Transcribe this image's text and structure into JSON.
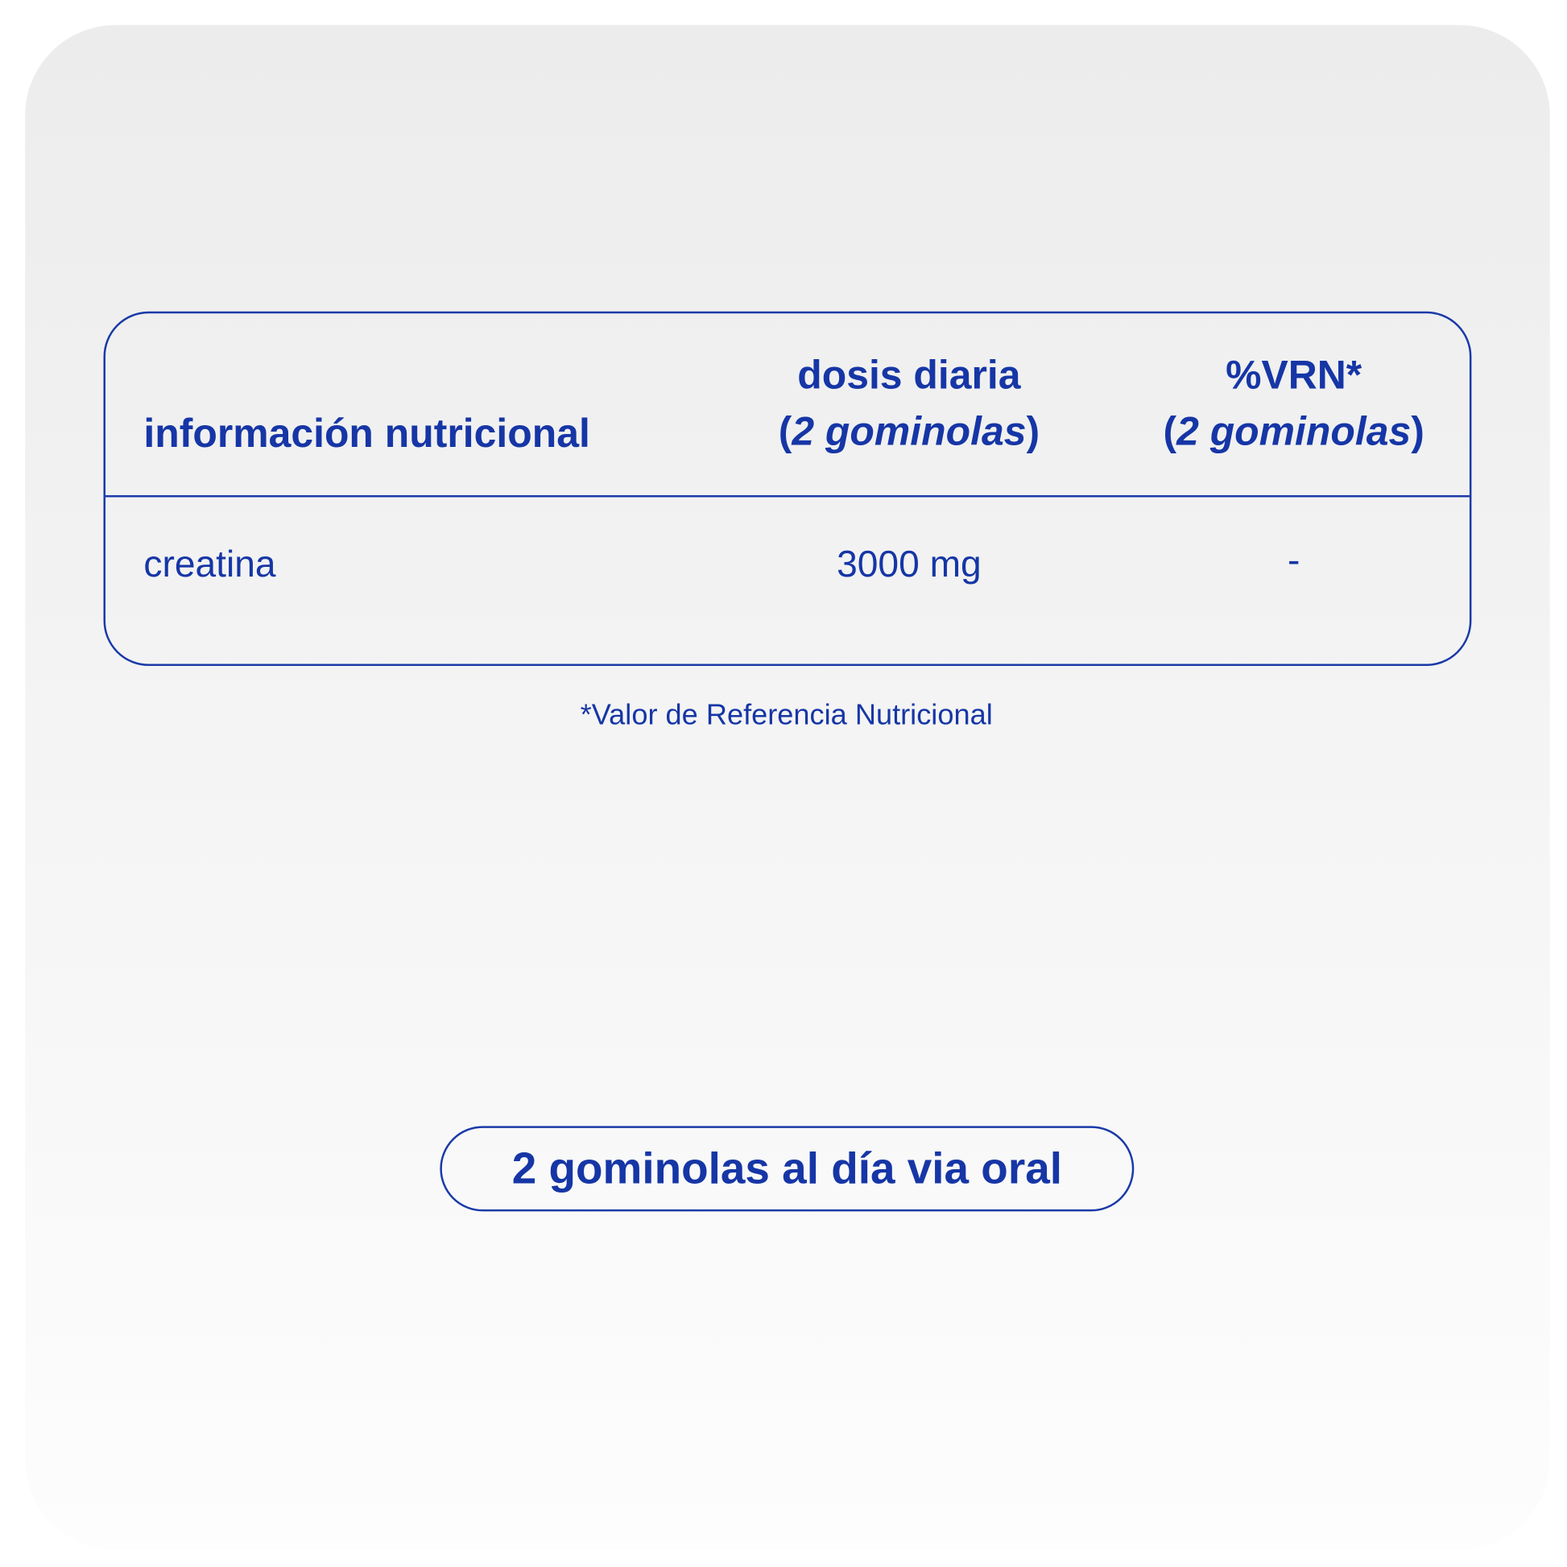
{
  "table": {
    "headers": [
      {
        "title": "información nutricional",
        "sub": ""
      },
      {
        "title": "dosis diaria",
        "sub": "2 gominolas"
      },
      {
        "title": "%VRN*",
        "sub": "2 gominolas"
      }
    ],
    "rows": [
      {
        "name": "creatina",
        "dose": "3000 mg",
        "vrn": "-"
      }
    ]
  },
  "footnote": "*Valor de Referencia Nutricional",
  "dosage_badge": "2 gominolas al día via oral",
  "colors": {
    "accent": "#1636a6"
  }
}
